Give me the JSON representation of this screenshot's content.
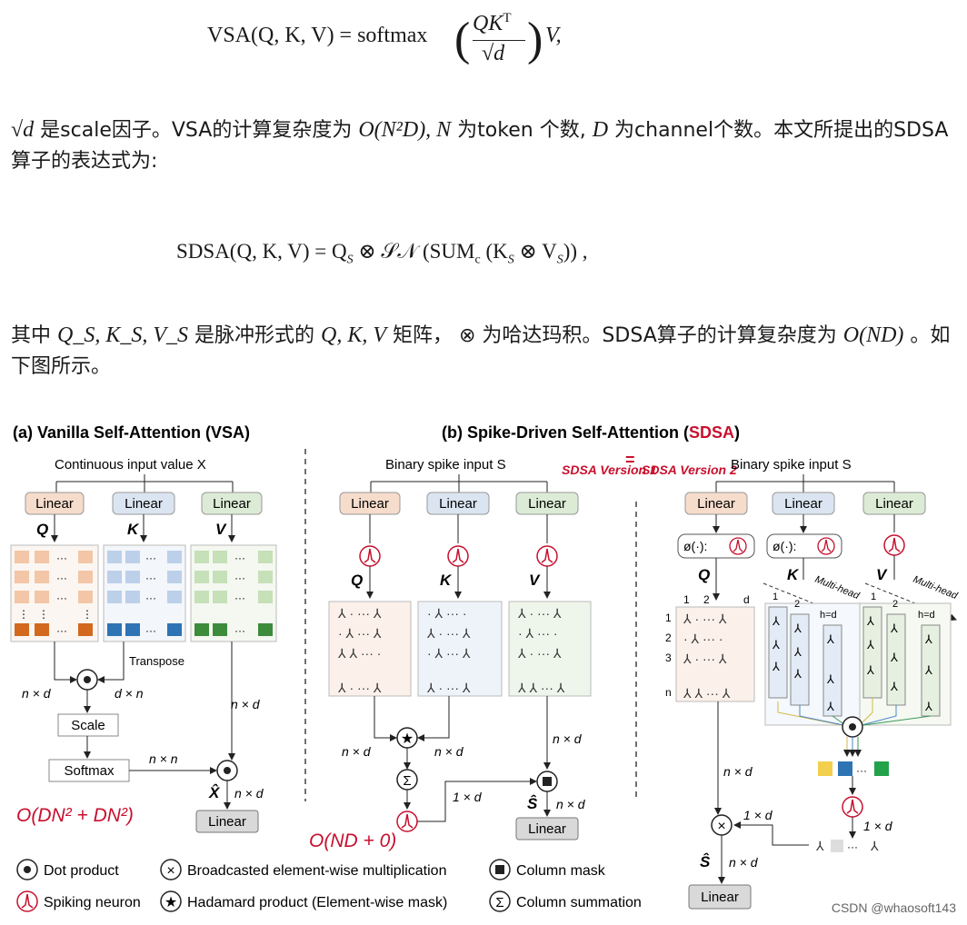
{
  "equations": {
    "vsa_lhs": "VSA(Q, K, V) = softmax",
    "vsa_num": "QK",
    "vsa_sup": "T",
    "vsa_den": "√d",
    "vsa_tail": "V,",
    "sdsa": "SDSA(Q, K, V) = Q",
    "sdsa_s1": "S",
    "sdsa_mid": " ⊗ 𝒮𝒩 (SUM",
    "sdsa_c": "c",
    "sdsa_mid2": " (K",
    "sdsa_s2": "S",
    "sdsa_mid3": " ⊗ V",
    "sdsa_s3": "S",
    "sdsa_end": ")) ,"
  },
  "paragraph1": {
    "sqrt_d": "√d",
    "t1": " 是scale因子。VSA的计算复杂度为 ",
    "complexity": "O(N²D), N",
    "t2": " 为token 个数, ",
    "D": "D",
    "t3": " 为channel个数。本文所提出的SDSA算子的表达式为:"
  },
  "paragraph2": {
    "t1": "其中 ",
    "qkv": "Q_S, K_S, V_S",
    "t2": " 是脉冲形式的 ",
    "QKV": "Q, K, V",
    "t3": " 矩阵， ⊗ 为哈达玛积。SDSA算子的计算复杂度为 ",
    "ond": "O(ND)",
    "t4": " 。如下图所示。"
  },
  "figure": {
    "title_a": "(a) Vanilla Self-Attention (VSA)",
    "title_b_pre": "(b) Spike-Driven Self-Attention (",
    "title_b_red": "SDSA",
    "title_b_post": ")",
    "continuous_input": "Continuous input value X",
    "binary_input": "Binary spike input S",
    "linear": "Linear",
    "q": "Q",
    "k": "K",
    "v": "V",
    "transpose": "Transpose",
    "nxd": "n × d",
    "dxn": "d × n",
    "nxn": "n × n",
    "oned": "1 × d",
    "scale": "Scale",
    "softmax": "Softmax",
    "xhat": "X̂",
    "shat": "Ŝ",
    "complexity_vsa": "O(DN² + DN²)",
    "complexity_sdsa": "O(ND + 0)",
    "sdsa_v1": "SDSA Version 1",
    "eq": "=",
    "sdsa_v2": "SDSA Version 2",
    "phi": "ø(·):",
    "multi_head": "Multi-head",
    "heads": [
      "1",
      "2",
      "h=d"
    ],
    "rows": [
      "1",
      "2",
      "3",
      "n"
    ],
    "cols": [
      "1",
      "2",
      "d"
    ],
    "legend": {
      "dot": "Dot product",
      "spike": "Spiking neuron",
      "broadcast": "Broadcasted element-wise multiplication",
      "hadamard": "Hadamard product (Element-wise mask)",
      "colmask": "Column mask",
      "colsum": "Column summation"
    },
    "watermark": "CSDN @whaosoft143"
  },
  "colors": {
    "orange": "#d2691e",
    "blue": "#2e74b5",
    "green": "#3c8c3c",
    "red": "#c8102e",
    "linear_orange": "#f6dccb",
    "linear_blue": "#dbe5f1",
    "linear_green": "#dcebd5"
  }
}
